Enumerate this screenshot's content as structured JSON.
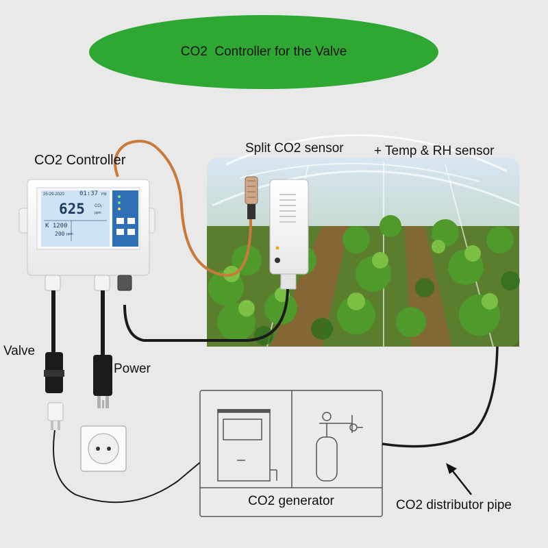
{
  "title": "CO2  Controller for the Valve",
  "labels": {
    "controller": "CO2 Controller",
    "sensor_part1": "Split CO2 sensor",
    "sensor_part2": "+ Temp & RH sensor",
    "valve": "Valve",
    "power": "Power",
    "generator": "CO2 generator",
    "pipe": "CO2 distributor pipe"
  },
  "display": {
    "date": "25-29-2020",
    "time": "01:37",
    "time_suffix": "PM",
    "co2_value": "625",
    "co2_unit": "CO₂",
    "ppm": "ppm",
    "setpoint": "K 1200",
    "second_value": "200",
    "second_unit": "ppm"
  },
  "colors": {
    "title_oval": "#2fa833",
    "background": "#e9e9e9",
    "sensor_cable": "#c87a3a",
    "lcd_background": "#cfe3f5",
    "button_panel": "#2f6fb5"
  },
  "icons": [
    "valve-plug-icon",
    "power-plug-icon",
    "wall-socket-icon",
    "co2-generator-icon",
    "gas-cylinder-icon",
    "arrow-icon"
  ]
}
